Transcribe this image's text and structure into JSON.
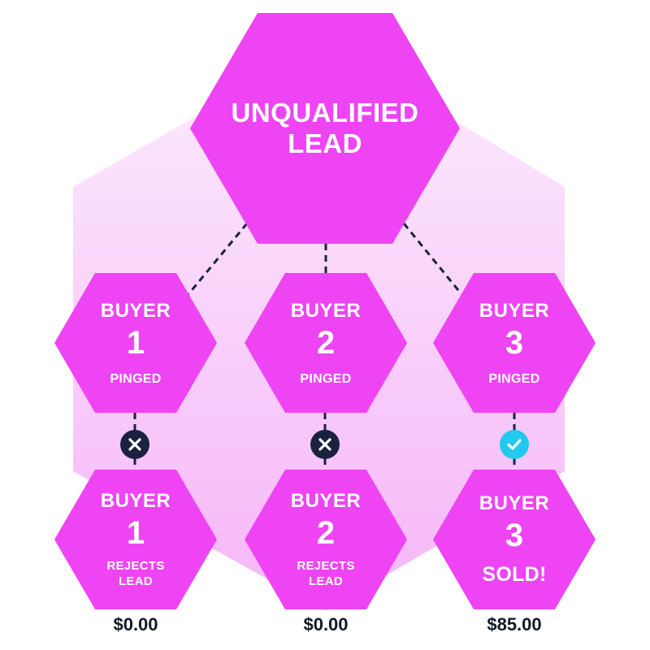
{
  "top": {
    "line1": "UNQUALIFIED",
    "line2": "LEAD"
  },
  "pinged_row": [
    {
      "title": "BUYER",
      "number": "1",
      "status": "PINGED"
    },
    {
      "title": "BUYER",
      "number": "2",
      "status": "PINGED"
    },
    {
      "title": "BUYER",
      "number": "3",
      "status": "PINGED"
    }
  ],
  "result_row": [
    {
      "title": "BUYER",
      "number": "1",
      "status_line1": "REJECTS",
      "status_line2": "LEAD",
      "price": "$0.00",
      "outcome_icon": "x-icon"
    },
    {
      "title": "BUYER",
      "number": "2",
      "status_line1": "REJECTS",
      "status_line2": "LEAD",
      "price": "$0.00",
      "outcome_icon": "x-icon"
    },
    {
      "title": "BUYER",
      "number": "3",
      "status": "SOLD!",
      "price": "$85.00",
      "outcome_icon": "check-icon"
    }
  ],
  "colors": {
    "hex": "#ee44f4",
    "background_hex_top": "#fbe6fc",
    "background_hex_bottom": "#f7b8f9",
    "reject_badge": "#1b2240",
    "accept_badge": "#22c8ee",
    "price_text": "#111827"
  }
}
